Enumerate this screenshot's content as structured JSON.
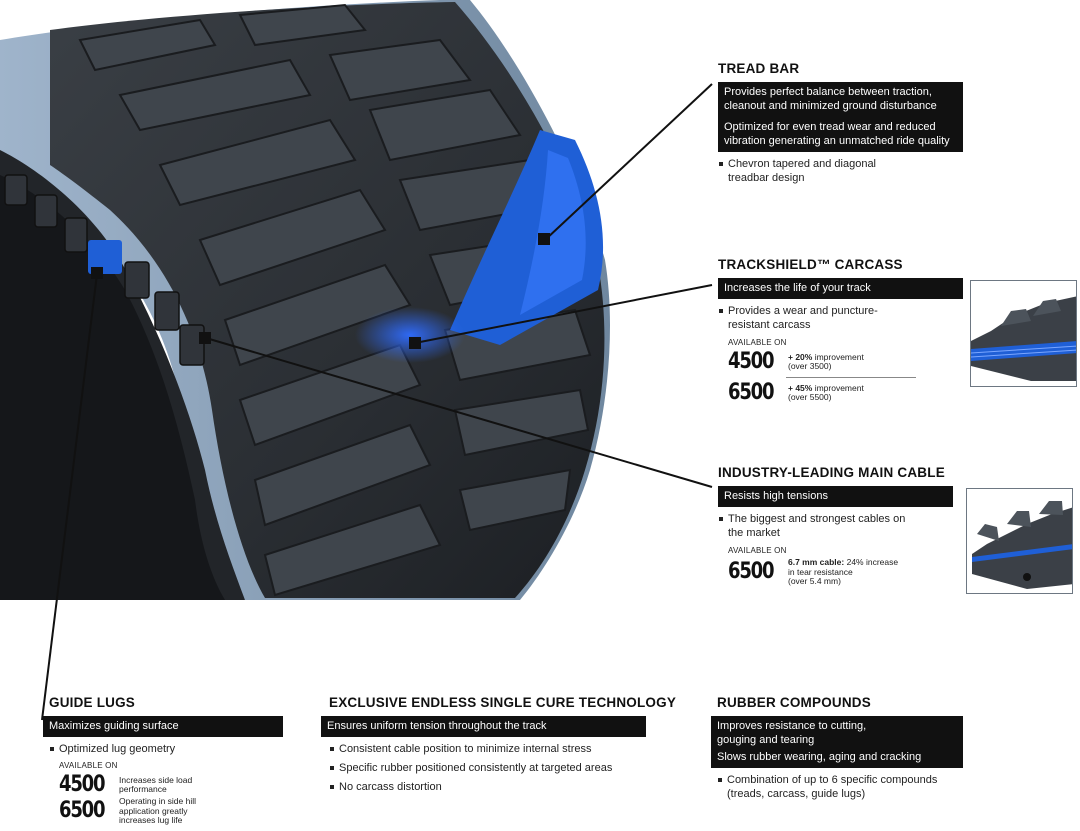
{
  "sections": {
    "tread_bar": {
      "title": "TREAD BAR",
      "highlights": [
        "Provides perfect balance between traction, cleanout and minimized ground disturbance",
        "Optimized for even tread wear and reduced vibration generating an unmatched ride quality"
      ],
      "bullets": [
        "Chevron tapered and diagonal treadbar design"
      ]
    },
    "carcass": {
      "title": "TRACKSHIELD™ CARCASS",
      "highlights": [
        "Increases the life of your track"
      ],
      "bullets": [
        "Provides a wear and puncture-resistant carcass"
      ],
      "available_label": "AVAILABLE ON",
      "models": [
        {
          "model": "4500",
          "strong": "+ 20%",
          "note": " improvement",
          "sub": "(over 3500)"
        },
        {
          "model": "6500",
          "strong": "+ 45%",
          "note": " improvement",
          "sub": "(over 5500)"
        }
      ]
    },
    "main_cable": {
      "title": "INDUSTRY-LEADING MAIN CABLE",
      "highlights": [
        "Resists high tensions"
      ],
      "bullets": [
        "The biggest and strongest cables on the market"
      ],
      "available_label": "AVAILABLE ON",
      "models": [
        {
          "model": "6500",
          "strong": "6.7 mm cable:",
          "note": " 24% increase",
          "sub": "in tear resistance",
          "sub2": "(over 5.4 mm)"
        }
      ]
    },
    "guide_lugs": {
      "title": "GUIDE LUGS",
      "highlights": [
        "Maximizes guiding surface"
      ],
      "bullets": [
        "Optimized lug geometry"
      ],
      "available_label": "AVAILABLE ON",
      "models": [
        {
          "model": "4500",
          "line1": "Increases side load",
          "line2": "performance"
        },
        {
          "model": "6500",
          "line1": "Operating in side hill",
          "line2": "application greatly",
          "line3": "increases lug life"
        }
      ]
    },
    "single_cure": {
      "title": "EXCLUSIVE ENDLESS SINGLE CURE TECHNOLOGY",
      "highlights": [
        "Ensures uniform tension throughout the track"
      ],
      "bullets": [
        "Consistent cable position to minimize internal stress",
        "Specific rubber positioned consistently at targeted areas",
        "No carcass distortion"
      ]
    },
    "rubber": {
      "title": "RUBBER COMPOUNDS",
      "highlights": [
        "Improves resistance to cutting, gouging and tearing",
        "Slows rubber wearing, aging and cracking"
      ],
      "bullets": [
        "Combination of up to 6 specific compounds (treads, carcass, guide lugs)"
      ]
    }
  },
  "colors": {
    "accent_blue": "#1f5fd6",
    "rubber": "#2c3035",
    "rubber_light": "#4a5058",
    "track_edge": "#8aa0b8",
    "bar_bg": "#111111"
  },
  "icons": {
    "track": "rubber-track-illustration",
    "carcass_thumb": "carcass-cutaway-image",
    "cable_thumb": "cable-cutaway-image"
  }
}
